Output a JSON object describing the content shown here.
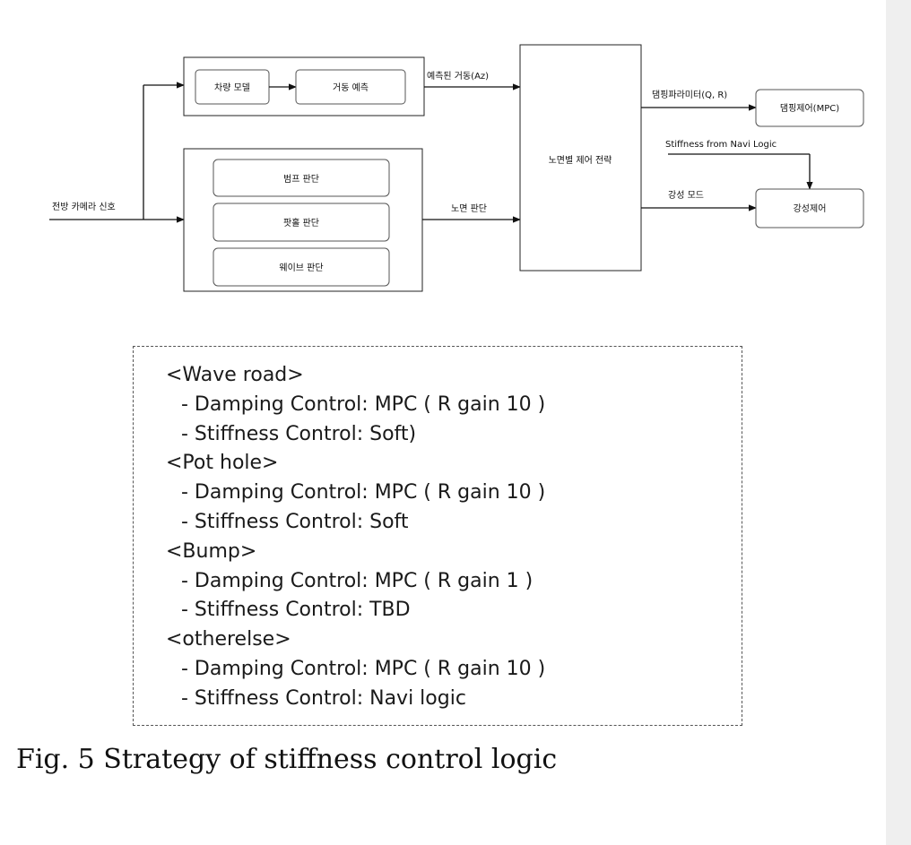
{
  "diagram": {
    "input_label": "전방 카메라 신호",
    "vehicle_model": "차량 모델",
    "motion_prediction": "거동 예측",
    "predicted_motion": "예측된 거동(Az)",
    "bump": "범프 판단",
    "pothole": "팟홀 판단",
    "wave": "웨이브 판단",
    "road_judgement": "노면 판단",
    "road_strategy": "노면별 제어 전략",
    "damping_params": "댐핑파라미터(Q, R)",
    "damping_control": "댐핑제어(MPC)",
    "navi_logic": "Stiffness from Navi Logic",
    "stiffness_mode": "강성 모드",
    "stiffness_control": "강성제어"
  },
  "strategy": {
    "lines": [
      {
        "kind": "head",
        "text": "<Wave road>"
      },
      {
        "kind": "item",
        "text": "- Damping Control: MPC ( R gain 10 )"
      },
      {
        "kind": "item",
        "text": "- Stiffness Control: Soft)"
      },
      {
        "kind": "head",
        "text": "<Pot hole>"
      },
      {
        "kind": "item",
        "text": "- Damping Control: MPC ( R gain 10 )"
      },
      {
        "kind": "item",
        "text": "- Stiffness Control: Soft"
      },
      {
        "kind": "head",
        "text": "<Bump>"
      },
      {
        "kind": "item",
        "text": "- Damping Control: MPC ( R gain 1 )"
      },
      {
        "kind": "item",
        "text": "- Stiffness Control: TBD"
      },
      {
        "kind": "head",
        "text": "<otherelse>"
      },
      {
        "kind": "item",
        "text": "- Damping Control: MPC ( R gain 10 )"
      },
      {
        "kind": "item",
        "text": "- Stiffness Control: Navi logic"
      }
    ]
  },
  "caption": "Fig. 5 Strategy of stiffness control logic"
}
